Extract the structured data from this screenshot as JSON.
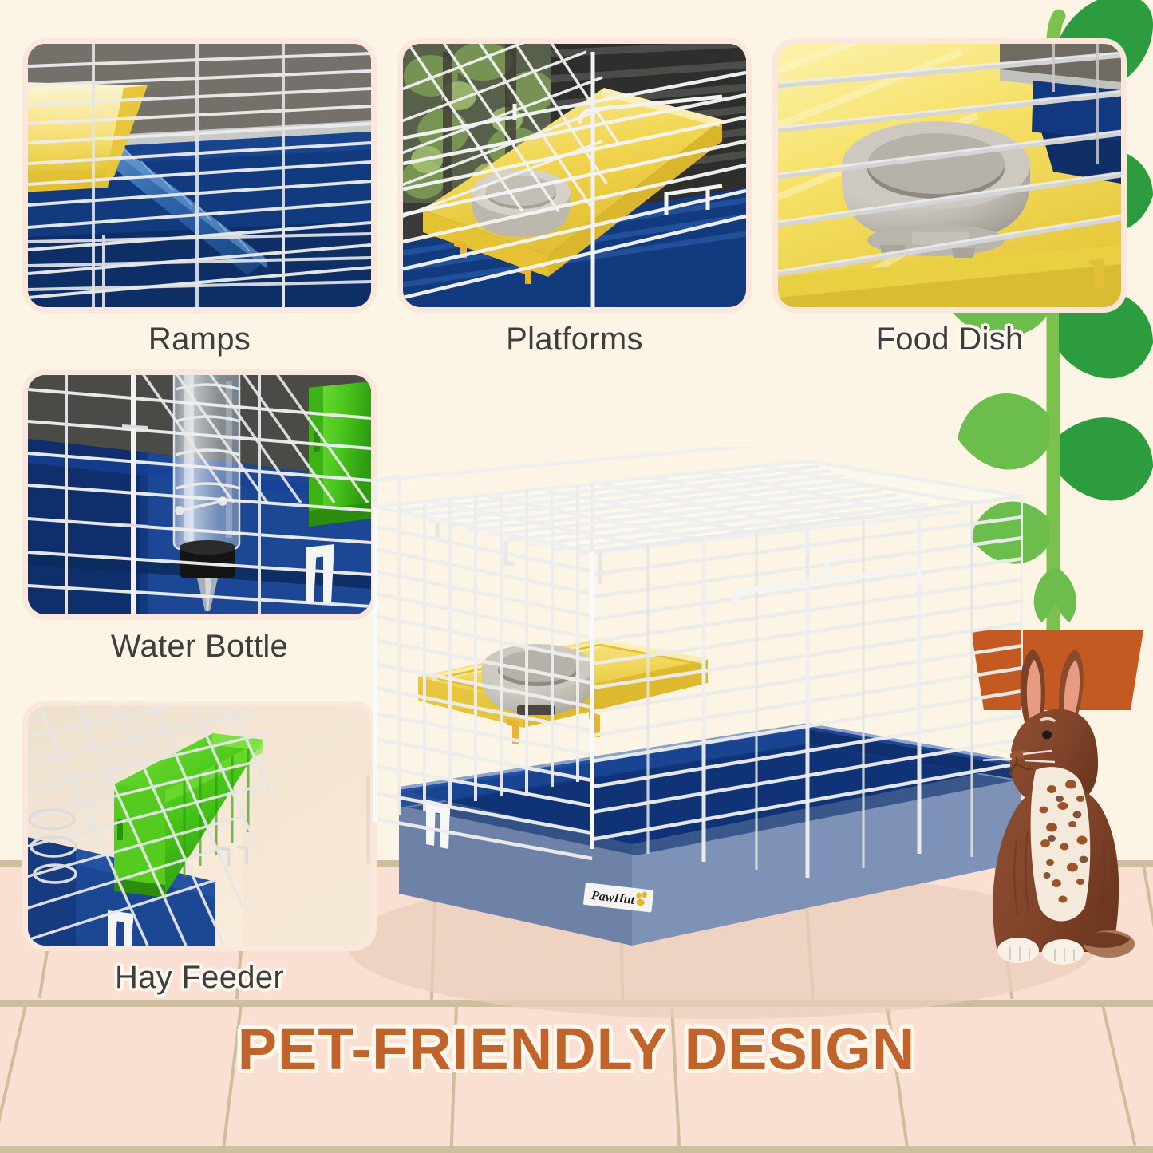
{
  "page": {
    "background_color": "#FCF5E6",
    "floor_color": "#FAE0D2",
    "grout_color": "#CDBE9E",
    "accent_orange": "#C0642C",
    "caption_color": "#3E3E3E"
  },
  "main_title": {
    "text": "PET-FRIENDLY DESIGN"
  },
  "features": [
    {
      "id": "ramps",
      "label": "Ramps",
      "outlined": false,
      "description": "Blue stepped ramp inside cage with yellow platform and white wire bars"
    },
    {
      "id": "platforms",
      "label": "Platforms",
      "outlined": false,
      "description": "Yellow raised platform with gray food bowl, white wire mesh, green foliage outside"
    },
    {
      "id": "food-dish",
      "label": "Food Dish",
      "outlined": true,
      "description": "Close-up of gray plastic food bowl sitting on yellow platform behind wire bars"
    },
    {
      "id": "water-bottle",
      "label": "Water Bottle",
      "outlined": false,
      "description": "Clear water bottle with black cap and metal spout clipped to wire cage, green hay feeder at right"
    },
    {
      "id": "hay-feeder",
      "label": "Hay Feeder",
      "outlined": true,
      "description": "Bright green ribbed plastic hay feeder clipped to white wire cage with blue base"
    }
  ],
  "product": {
    "brand_label": "PawHut",
    "cage": {
      "frame_color": "#FFFFFF",
      "wire_color": "#E8E8E8",
      "base_color": "#6E82A8",
      "tray_color": "#12397F",
      "platform_color": "#F3D45C",
      "bowl_color": "#C9C4BB"
    }
  },
  "decor": {
    "plant": {
      "leaf_dark": "#2C9C3E",
      "leaf_light": "#6BBE4C",
      "stem": "#7CC04E",
      "pot": "#C35A22"
    },
    "rabbit": {
      "fur": "#8A4A2E",
      "belly": "#F4EADC",
      "ear_inner": "#E79B82",
      "paws": "#F7F1E8",
      "spots": "#C97A3D"
    }
  }
}
